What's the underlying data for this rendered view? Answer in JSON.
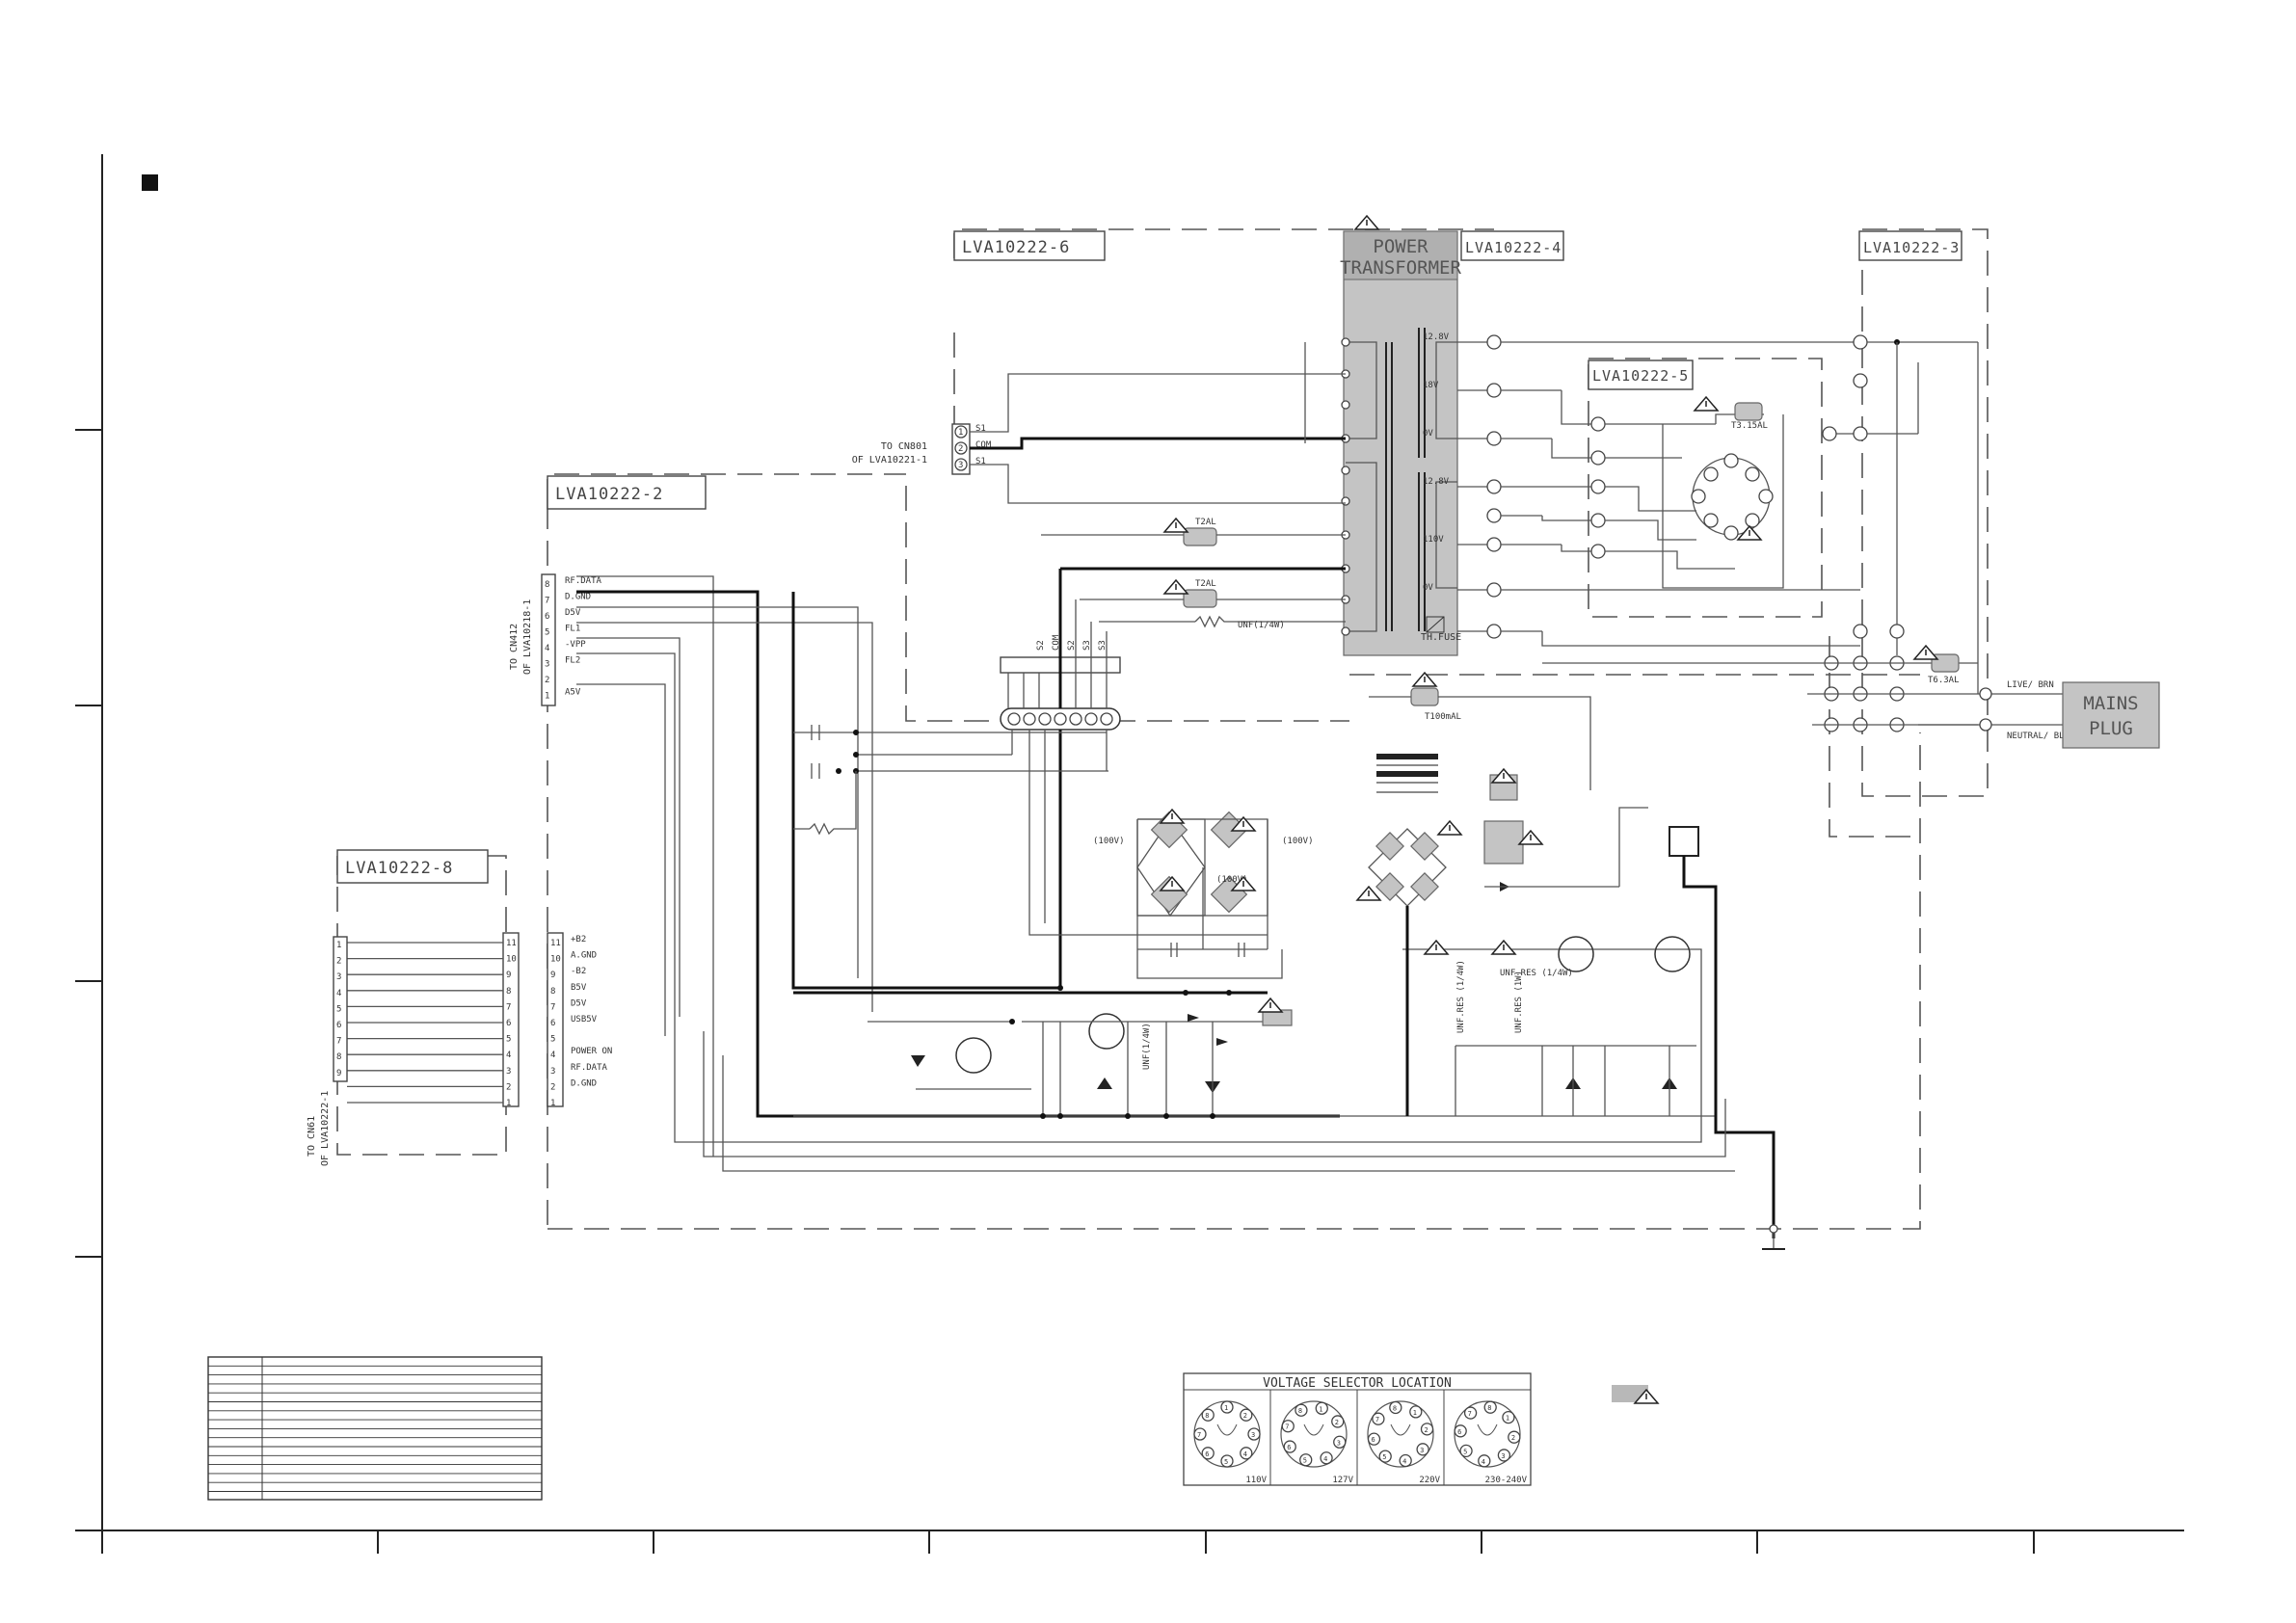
{
  "boards": {
    "b6": "LVA10222-6",
    "b4": "LVA10222-4",
    "b3": "LVA10222-3",
    "b5": "LVA10222-5",
    "b2": "LVA10222-2",
    "b8": "LVA10222-8"
  },
  "transformer": {
    "line1": "POWER",
    "line2": "TRANSFORMER"
  },
  "mains_plug": {
    "line1": "MAINS",
    "line2": "PLUG"
  },
  "secondary_taps": [
    "12.8V",
    "18V",
    "0V",
    "12.8V",
    "110V",
    "0V"
  ],
  "thermal_fuse": "TH.FUSE",
  "fuses": {
    "f_t315": "T3.15AL",
    "f_t2a1": "T2AL",
    "f_t2a2": "T2AL",
    "f_t63": "T6.3AL",
    "f_t100": "T100mAL"
  },
  "unf_labels": {
    "unf1": "UNF(1/4W)",
    "unf2": "UNF(1/4W)",
    "unf3": "UNF.RES (1/4W)",
    "unf4": "UNF.RES (1/4W)",
    "unf5": "UNF.RES (1W)"
  },
  "cap_ratings": [
    "(100V)",
    "(100V)",
    "(100V)"
  ],
  "to_cn801": {
    "line1": "TO CN801",
    "line2": "OF LVA10221-1"
  },
  "to_cn412": {
    "line1": "TO CN412",
    "line2": "OF LVA10218-1"
  },
  "to_cn61": {
    "line1": "TO CN61",
    "line2": "OF LVA10222-1"
  },
  "cn801_pins": [
    "S1",
    "COM",
    "S1"
  ],
  "jumper_labels": [
    "S2",
    "COM",
    "S2",
    "S3",
    "S3"
  ],
  "cn412_pins": [
    {
      "n": "8",
      "name": "RF.DATA"
    },
    {
      "n": "7",
      "name": "D.GND"
    },
    {
      "n": "6",
      "name": "D5V"
    },
    {
      "n": "5",
      "name": "FL1"
    },
    {
      "n": "4",
      "name": "-VPP"
    },
    {
      "n": "3",
      "name": "FL2"
    },
    {
      "n": "2",
      "name": ""
    },
    {
      "n": "1",
      "name": "A5V"
    }
  ],
  "cn_b8_pins": [
    {
      "n": "11",
      "name": "+B2"
    },
    {
      "n": "10",
      "name": "A.GND"
    },
    {
      "n": "9",
      "name": "-B2"
    },
    {
      "n": "8",
      "name": "B5V"
    },
    {
      "n": "7",
      "name": "D5V"
    },
    {
      "n": "6",
      "name": "USB5V"
    },
    {
      "n": "5",
      "name": ""
    },
    {
      "n": "4",
      "name": "POWER ON"
    },
    {
      "n": "3",
      "name": "RF.DATA"
    },
    {
      "n": "2",
      "name": "D.GND"
    },
    {
      "n": "1",
      "name": ""
    }
  ],
  "cn61_pins": [
    "1",
    "2",
    "3",
    "4",
    "5",
    "6",
    "7",
    "8",
    "9"
  ],
  "line_labels": {
    "live": "LIVE/ BRN",
    "neutral": "NEUTRAL/ BLU"
  },
  "selector": {
    "title": "VOLTAGE SELECTOR LOCATION",
    "positions": [
      "110V",
      "127V",
      "220V",
      "230-240V"
    ],
    "pin_numbers": [
      "1",
      "2",
      "3",
      "4",
      "5",
      "6",
      "7",
      "8"
    ]
  },
  "colors": {
    "shade": "#c4c4c4",
    "line": "#555555"
  }
}
